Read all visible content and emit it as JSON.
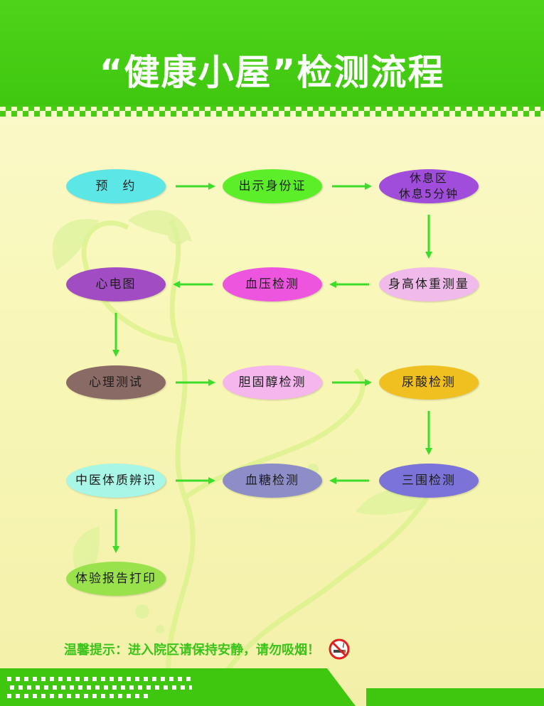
{
  "title": "“健康小屋”检测流程",
  "tip": "温馨提示：进入院区请保持安静，请勿吸烟！",
  "icons": {
    "no_smoking": "no-smoking-icon"
  },
  "colors": {
    "brand_green": "#3fc70f",
    "arrow_green": "#3ddc2a",
    "tip_green": "#3cc41a"
  },
  "nodes": [
    {
      "id": "yuyue",
      "label": "预　约",
      "color": "#5de6e6"
    },
    {
      "id": "shenfenzheng",
      "label": "出示身份证",
      "color": "#5dee2a"
    },
    {
      "id": "xiuxi",
      "label": "休息区\n休息5分钟",
      "color": "#a04ddb"
    },
    {
      "id": "xindiantu",
      "label": "心电图",
      "color": "#a24cc4"
    },
    {
      "id": "xueya",
      "label": "血压检测",
      "color": "#ee55de"
    },
    {
      "id": "shengao",
      "label": "身高体重测量",
      "color": "#f0bbea"
    },
    {
      "id": "xinli",
      "label": "心理测试",
      "color": "#8a6a64"
    },
    {
      "id": "danguchun",
      "label": "胆固醇检测",
      "color": "#f5b6ee"
    },
    {
      "id": "niaosuan",
      "label": "尿酸检测",
      "color": "#f0c020"
    },
    {
      "id": "zhongyi",
      "label": "中医体质辨识",
      "color": "#a8f6e6"
    },
    {
      "id": "xuetang",
      "label": "血糖检测",
      "color": "#8d8ec8"
    },
    {
      "id": "sanwei",
      "label": "三围检测",
      "color": "#7b73d8"
    },
    {
      "id": "baogao",
      "label": "体验报告打印",
      "color": "#99e24b"
    }
  ],
  "edges": [
    [
      "yuyue",
      "shenfenzheng"
    ],
    [
      "shenfenzheng",
      "xiuxi"
    ],
    [
      "xiuxi",
      "shengao"
    ],
    [
      "shengao",
      "xueya"
    ],
    [
      "xueya",
      "xindiantu"
    ],
    [
      "xindiantu",
      "xinli"
    ],
    [
      "xinli",
      "danguchun"
    ],
    [
      "danguchun",
      "niaosuan"
    ],
    [
      "niaosuan",
      "sanwei"
    ],
    [
      "sanwei",
      "xuetang"
    ],
    [
      "zhongyi",
      "xuetang"
    ],
    [
      "zhongyi",
      "baogao"
    ]
  ]
}
